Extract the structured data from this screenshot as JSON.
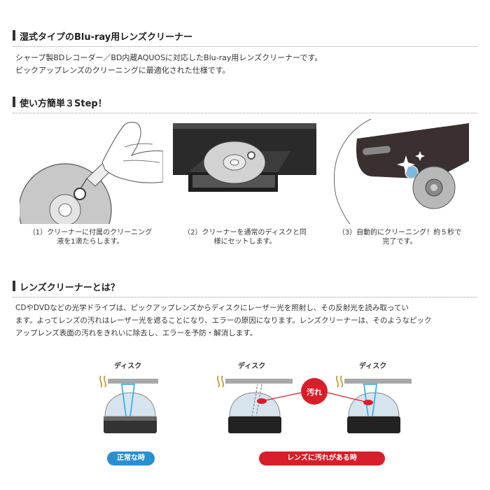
{
  "section1": {
    "title": "湿式タイプのBlu-ray用レンズクリーナー",
    "lines": [
      "シャープ製BDレコーダー／BD内蔵AQUOSに対応したBlu-ray用レンズクリーナーです。",
      "ピックアップレンズのクリーニングに最適化された仕様です。"
    ]
  },
  "section2": {
    "title": "使い方簡単３Step！",
    "steps": [
      {
        "line1": "（1）クリーナーに付属のクリーニング",
        "line2": "液を1滴たらします。"
      },
      {
        "line1": "（2）クリーナーを通常のディスクと同",
        "line2": "様にセットします。"
      },
      {
        "line1": "（3）自動的にクリーニング！約５秒で",
        "line2": "完了です。"
      }
    ]
  },
  "section3": {
    "title": "レンズクリーナーとは？",
    "lines": [
      "CDやDVDなどの光学ドライブは、ピックアップレンズからディスクにレーザー光を照射し、その反射光を読み取ってい",
      "ます。よってレンズの汚れはレーザー光を遮ることになり、エラーの原因になります。レンズクリーナーは、そのようなピック",
      "アップレンズ表面の汚れをきれいに除去し、エラーを予防・解消します。"
    ]
  },
  "diagram": {
    "disk_label": "ディスク",
    "dirt_label": "汚れ",
    "normal_label": "正常な時",
    "dirty_label": "レンズに汚れがある時",
    "colors": {
      "blue": "#2a8fd0",
      "red": "#d81e2a",
      "laser": "#3ab0e8",
      "gray": "#a8a8a8"
    }
  }
}
